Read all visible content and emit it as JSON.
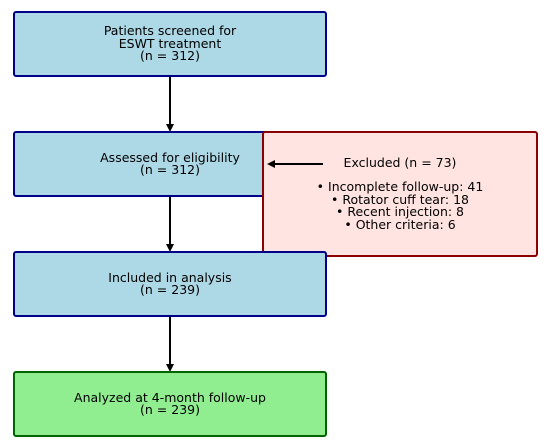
{
  "boxes": {
    "screened": {
      "line1": "Patients screened for",
      "line2": "ESWT treatment",
      "line3": "(n = 312)"
    },
    "eligibility": {
      "line1": "Assessed for eligibility",
      "line2": "(n = 312)"
    },
    "included": {
      "line1": "Included in analysis",
      "line2": "(n = 239)"
    },
    "analyzed": {
      "line1": "Analyzed at 4-month follow-up",
      "line2": "(n = 239)"
    },
    "excluded": {
      "title": "Excluded (n = 73)",
      "reasons": [
        "• Incomplete follow-up: 41",
        "• Rotator cuff tear: 18",
        "• Recent injection: 8",
        "• Other criteria: 6"
      ]
    }
  },
  "colors": {
    "main_fill": "#add8e6",
    "main_border": "#00008b",
    "final_fill": "#90ee90",
    "final_border": "#006400",
    "excluded_fill": "#ffe4e1",
    "excluded_border": "#8b0000"
  }
}
